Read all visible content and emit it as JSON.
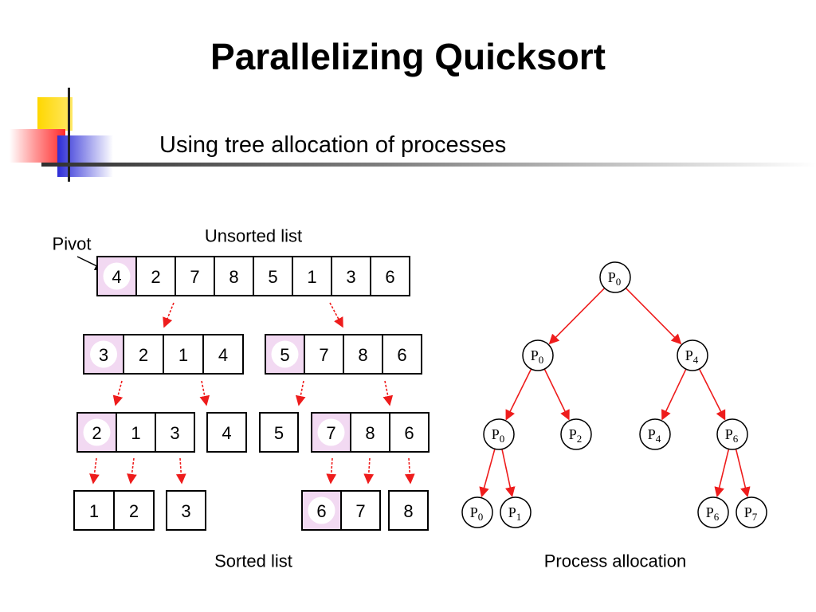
{
  "slide": {
    "title": "Parallelizing Quicksort",
    "subtitle": "Using tree allocation of processes"
  },
  "diagram": {
    "pivot_label": "Pivot",
    "unsorted_label": "Unsorted list",
    "sorted_label": "Sorted list",
    "process_label": "Process allocation",
    "lists": [
      {
        "values": [
          "4",
          "2",
          "7",
          "8",
          "5",
          "1",
          "3",
          "6"
        ],
        "pivot": true
      },
      {
        "values": [
          "3",
          "2",
          "1",
          "4"
        ],
        "pivot": true
      },
      {
        "values": [
          "5",
          "7",
          "8",
          "6"
        ],
        "pivot": true
      },
      {
        "values": [
          "2",
          "1",
          "3"
        ],
        "pivot": true
      },
      {
        "values": [
          "4"
        ],
        "pivot": false
      },
      {
        "values": [
          "5"
        ],
        "pivot": false
      },
      {
        "values": [
          "7",
          "8",
          "6"
        ],
        "pivot": true
      },
      {
        "values": [
          "1",
          "2"
        ],
        "pivot": false
      },
      {
        "values": [
          "3"
        ],
        "pivot": false
      },
      {
        "values": [
          "6",
          "7"
        ],
        "pivot": true
      },
      {
        "values": [
          "8"
        ],
        "pivot": false
      }
    ],
    "nodes": [
      {
        "base": "P",
        "sub": "0"
      },
      {
        "base": "P",
        "sub": "0"
      },
      {
        "base": "P",
        "sub": "4"
      },
      {
        "base": "P",
        "sub": "0"
      },
      {
        "base": "P",
        "sub": "2"
      },
      {
        "base": "P",
        "sub": "4"
      },
      {
        "base": "P",
        "sub": "6"
      },
      {
        "base": "P",
        "sub": "0"
      },
      {
        "base": "P",
        "sub": "1"
      },
      {
        "base": "P",
        "sub": "6"
      },
      {
        "base": "P",
        "sub": "7"
      }
    ],
    "colors": {
      "arrow": "#ee1c1c",
      "pivot_fill": "#f2d9f2",
      "deco_yellow": "#ffd700",
      "deco_blue": "#3333cc",
      "deco_red": "#ff3333"
    }
  }
}
